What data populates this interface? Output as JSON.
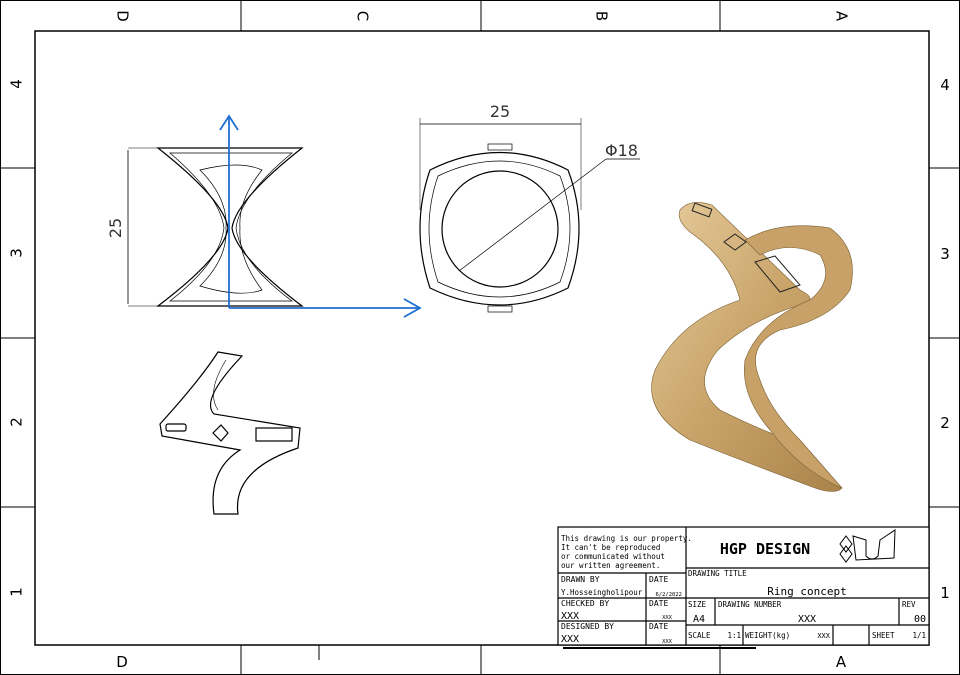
{
  "zones": {
    "columns": [
      "D",
      "C",
      "B",
      "A"
    ],
    "rows": [
      "4",
      "3",
      "2",
      "1"
    ]
  },
  "dimensions": {
    "height": "25",
    "width": "25",
    "diameter": "Φ18"
  },
  "title_block": {
    "notice": [
      "This drawing is our property.",
      "It can't be reproduced",
      "or communicated without",
      "our written agreement."
    ],
    "company": "HGP DESIGN",
    "drawn_by_label": "DRAWN BY",
    "drawn_by": "Y.Hosseingholipour",
    "date_label": "DATE",
    "drawn_date": "6/2/2022",
    "checked_by_label": "CHECKED BY",
    "checked_by": "XXX",
    "checked_date": "XXX",
    "designed_by_label": "DESIGNED BY",
    "designed_by": "XXX",
    "designed_date": "XXX",
    "drawing_title_label": "DRAWING TITLE",
    "drawing_title": "Ring concept",
    "size_label": "SIZE",
    "size": "A4",
    "drawing_number_label": "DRAWING NUMBER",
    "drawing_number": "XXX",
    "rev_label": "REV",
    "rev": "00",
    "scale_label": "SCALE",
    "scale": "1:1",
    "weight_label": "WEIGHT(kg)",
    "weight": "XXX",
    "sheet_label": "SHEET",
    "sheet": "1/1"
  },
  "colors": {
    "axis": "#1f6fd1",
    "render": "#d9b784"
  }
}
